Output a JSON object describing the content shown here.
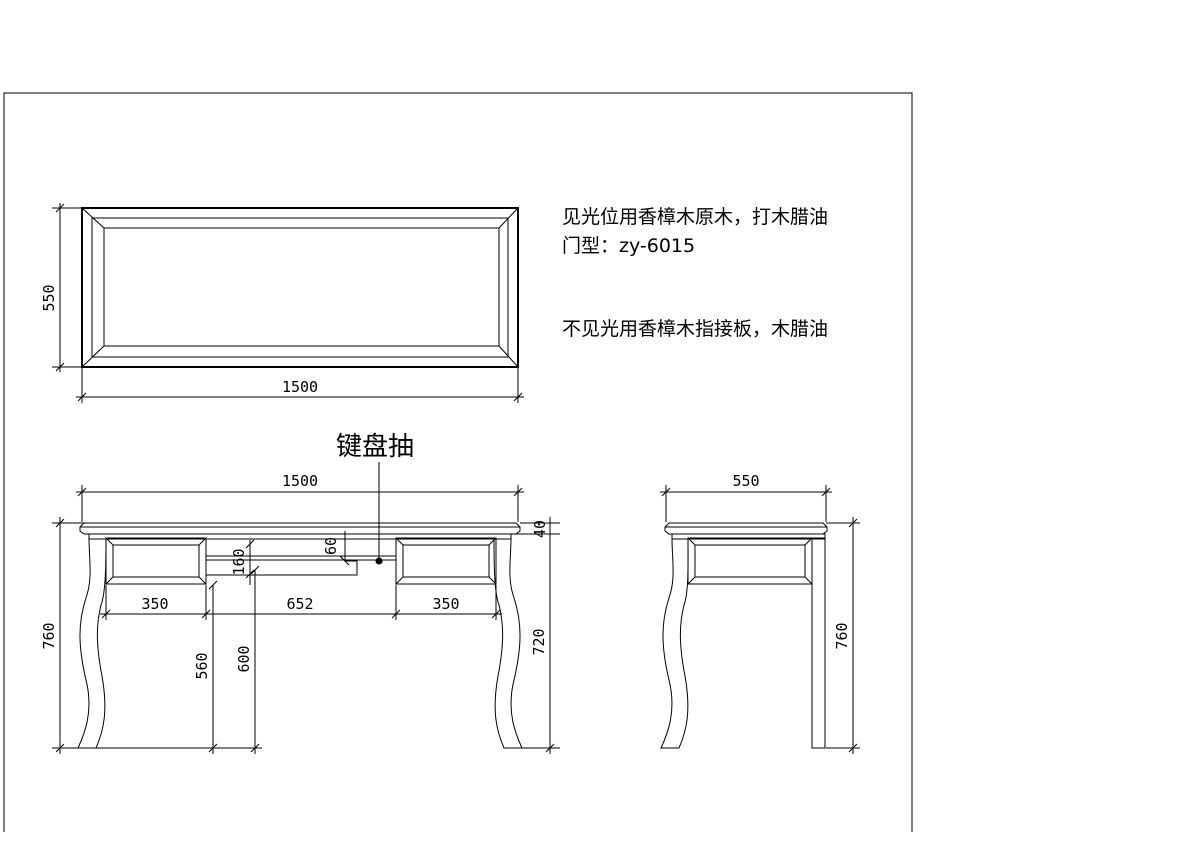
{
  "notes": {
    "line1": "见光位用香樟木原木，打木腊油",
    "line2": "门型：zy-6015",
    "line3": "不见光用香樟木指接板，木腊油"
  },
  "drawer_label": "键盘抽",
  "panel_view": {
    "width_dim": "1500",
    "height_dim": "550"
  },
  "front_view": {
    "top_width_dim": "1500",
    "top_thickness_dim": "40",
    "keyboard_drop_dim": "60",
    "drawer_height_dim": "160",
    "left_drawer_dim": "350",
    "middle_gap_dim": "652",
    "right_drawer_dim": "350",
    "total_height_dim": "760",
    "leg_height_dim": "720",
    "clear_height_560_dim": "560",
    "clear_height_600_dim": "600"
  },
  "side_view": {
    "depth_dim": "550",
    "total_height_dim": "760"
  }
}
